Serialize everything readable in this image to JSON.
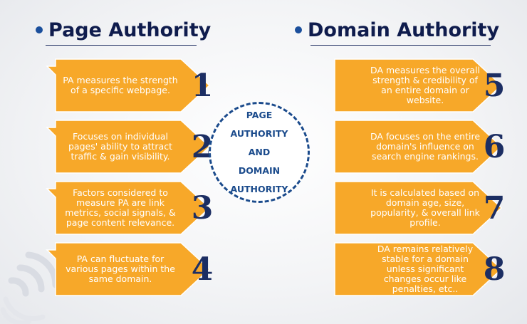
{
  "left_heading": "Page Authority",
  "right_heading": "Domain Authority",
  "center": {
    "lines": [
      "PAGE",
      "AUTHORITY",
      "AND",
      "DOMAIN",
      "AUTHORITY"
    ]
  },
  "colors": {
    "card": "#f7a829",
    "card_border": "#ffffff",
    "number": "#1c2e63",
    "heading": "#0f1c4d",
    "bullet": "#1b4f9c",
    "circle_border": "#1b4b8c"
  },
  "left_cards": [
    {
      "number": "1",
      "text": "PA measures the strength of a specific webpage."
    },
    {
      "number": "2",
      "text": "Focuses on individual pages' ability to attract traffic & gain visibility."
    },
    {
      "number": "3",
      "text": "Factors considered to measure PA are link metrics, social signals, & page content relevance."
    },
    {
      "number": "4",
      "text": "PA can fluctuate for various pages within the same domain."
    }
  ],
  "right_cards": [
    {
      "number": "5",
      "text": "DA measures the overall strength & credibility of an entire domain or website."
    },
    {
      "number": "6",
      "text": "DA focuses on the entire domain's influence on search engine rankings."
    },
    {
      "number": "7",
      "text": "It is calculated based on domain age, size, popularity, & overall link profile."
    },
    {
      "number": "8",
      "text": "DA remains relatively stable for a domain unless significant changes occur like penalties, etc.."
    }
  ]
}
